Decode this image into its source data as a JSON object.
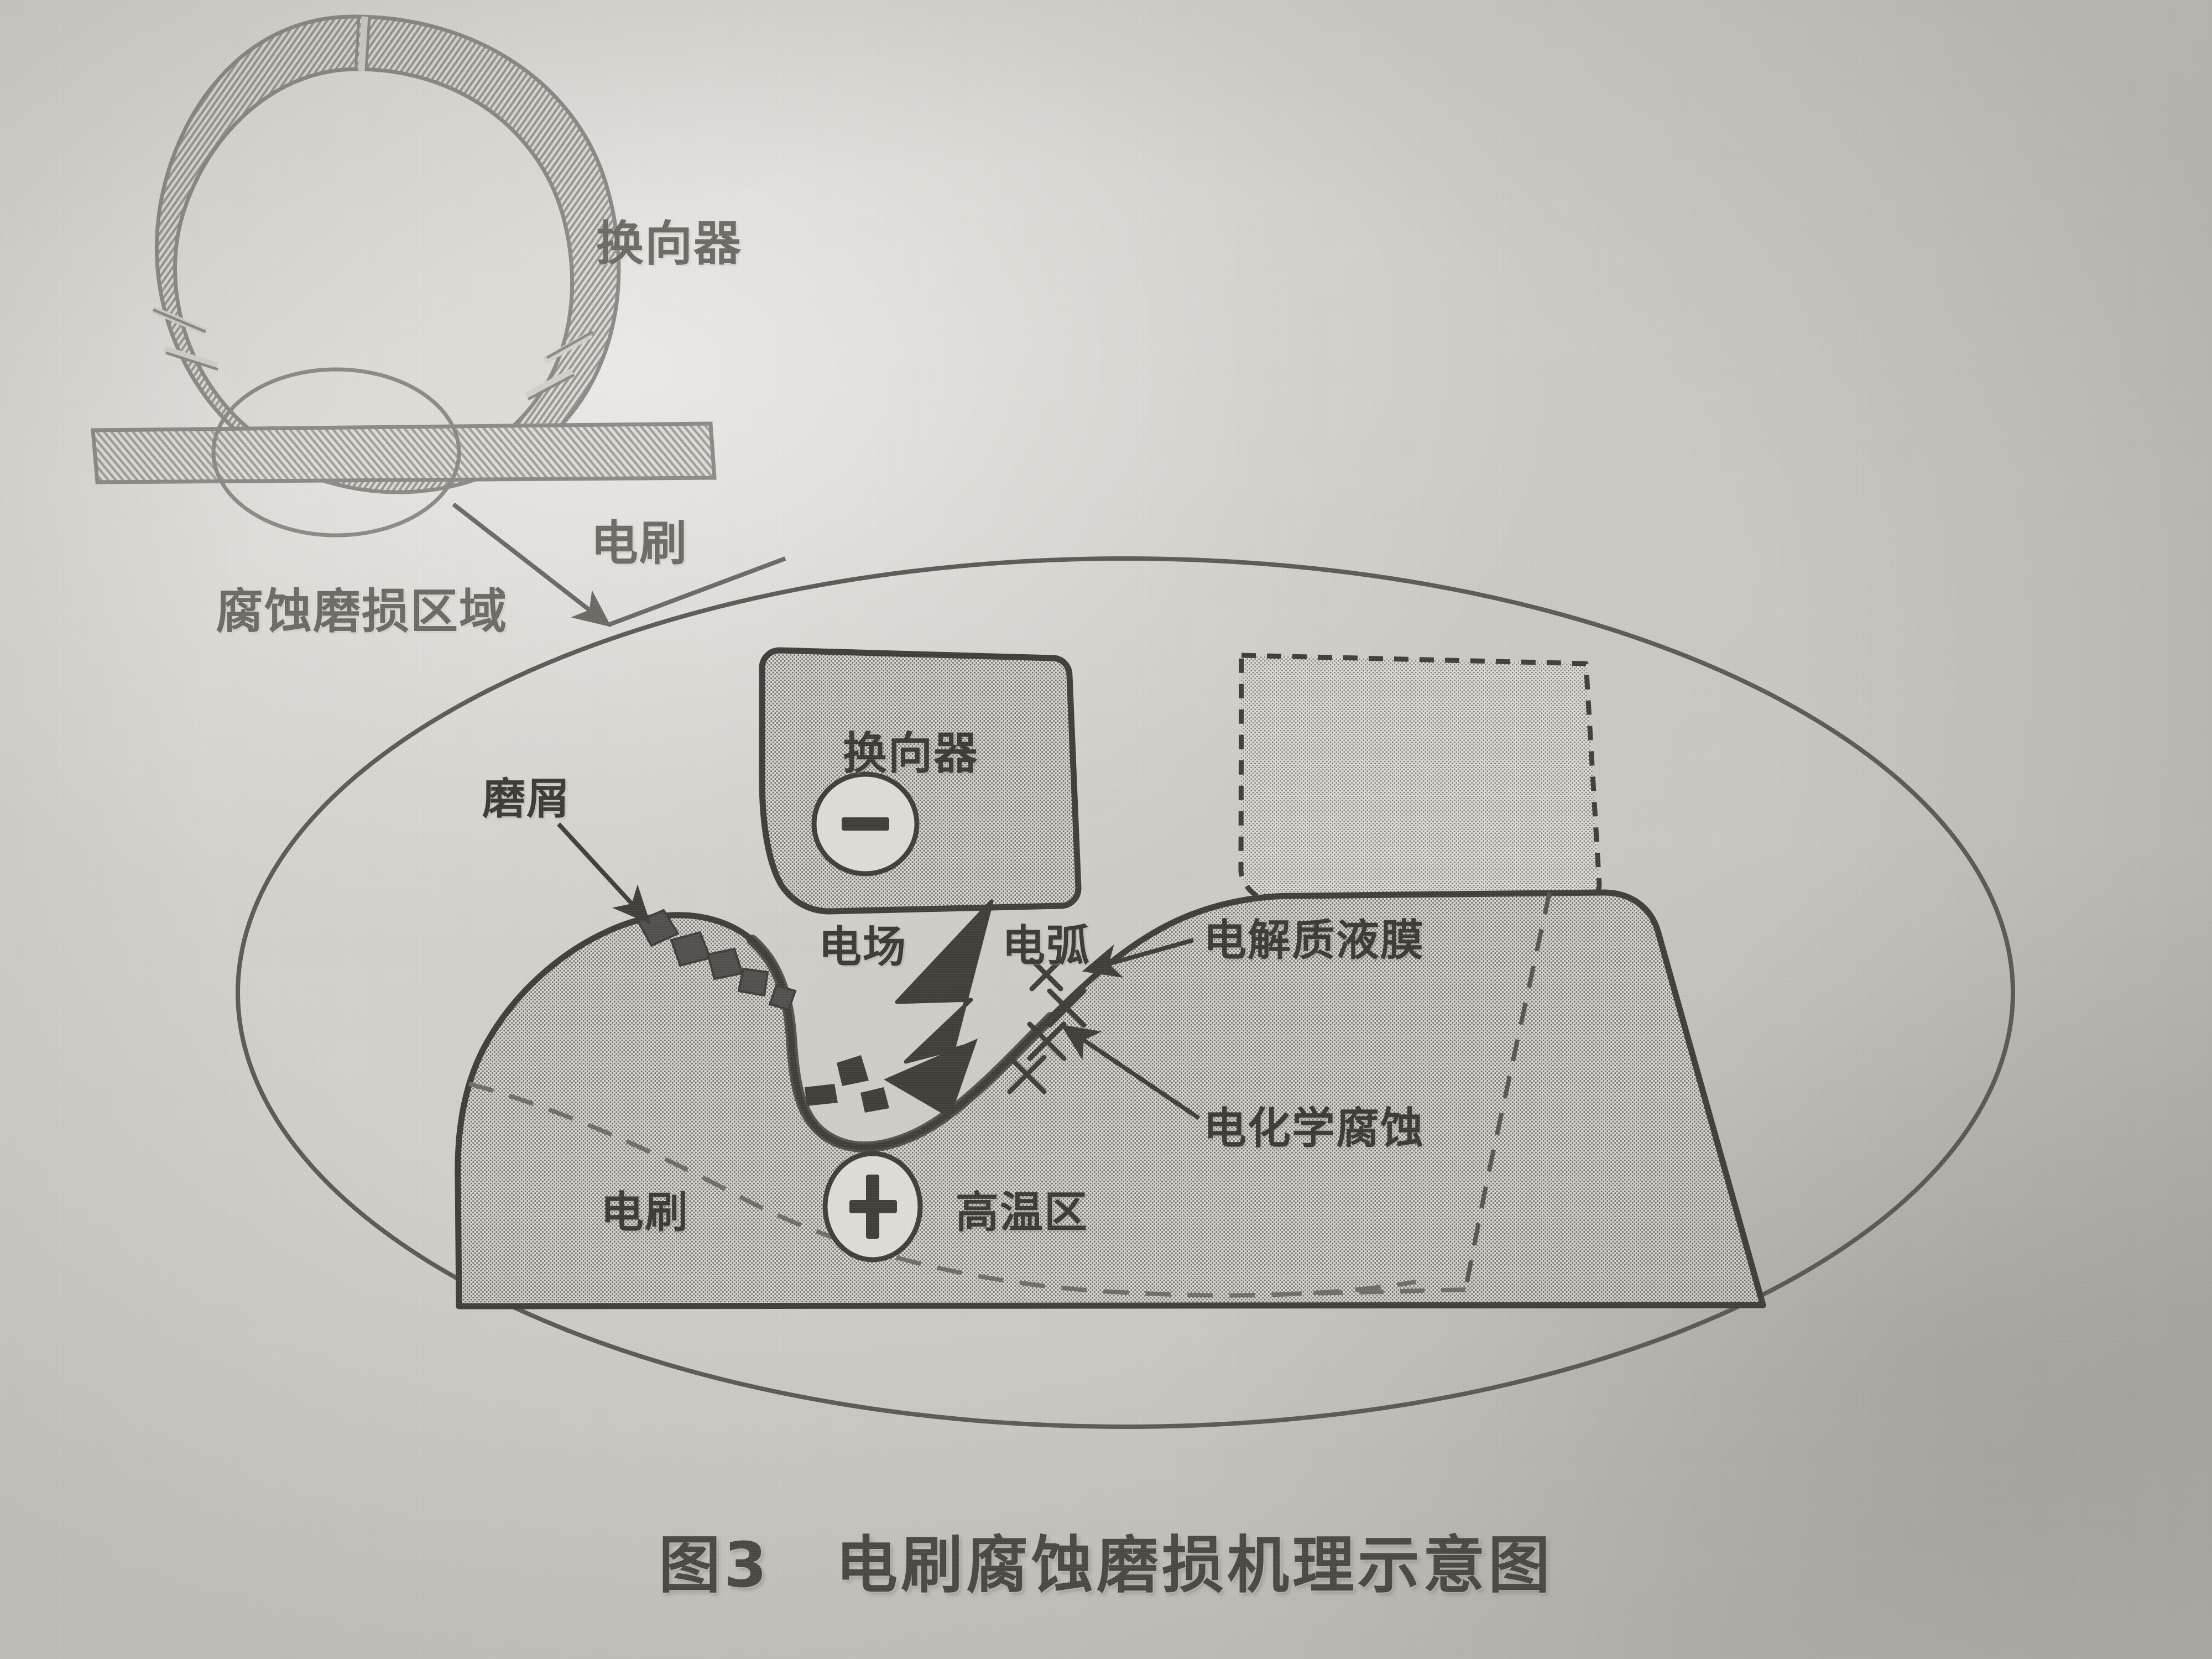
{
  "figure": {
    "caption_number": "图3",
    "caption_title": "电刷腐蚀磨损机理示意图",
    "caption_full": "图3　电刷腐蚀磨损机理示意图"
  },
  "inset": {
    "commutator_label": "换向器",
    "brush_label": "电刷",
    "zone_label": "腐蚀磨损区域"
  },
  "detail": {
    "commutator_label": "换向器",
    "commutator_polarity": "−",
    "brush_label": "电刷",
    "brush_polarity": "+",
    "debris_label": "磨屑",
    "efield_label": "电场",
    "arc_label": "电弧",
    "film_label": "电解质液膜",
    "corrosion_label": "电化学腐蚀",
    "hot_zone_label": "高温区"
  },
  "colors": {
    "paper": "#cfcbc6",
    "ink": "#4a4743",
    "ink_light": "#6c6862",
    "fill_gray": "#b9b5b0",
    "fill_gray_dark": "#aeaaa5",
    "outline_dark": "#3f3c38"
  }
}
